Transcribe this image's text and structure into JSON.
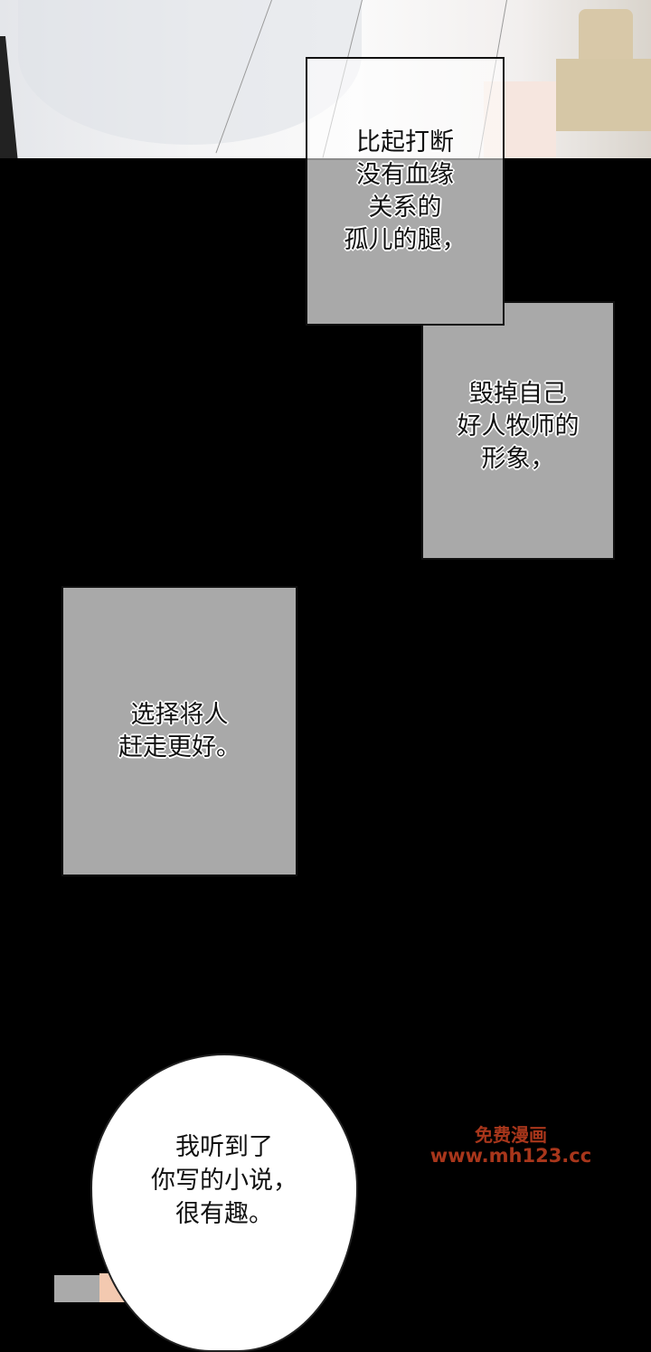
{
  "panel_top": {
    "description_free": true
  },
  "captions": [
    {
      "lines": [
        "比起打断",
        "没有血缘",
        "关系的",
        "孤儿的腿，"
      ]
    },
    {
      "lines": [
        "毁掉自己",
        "好人牧师的",
        "形象，"
      ]
    },
    {
      "lines": [
        "选择将人",
        "赶走更好。"
      ]
    }
  ],
  "speech_bubble": {
    "lines": [
      "我听到了",
      "你写的小说，",
      "很有趣。"
    ]
  },
  "watermark": {
    "line1": "免费漫画",
    "line2": "www.mh123.cc",
    "color": "#a8361b"
  },
  "colors": {
    "caption_box": "#a9a9a9",
    "background": "#000000"
  }
}
